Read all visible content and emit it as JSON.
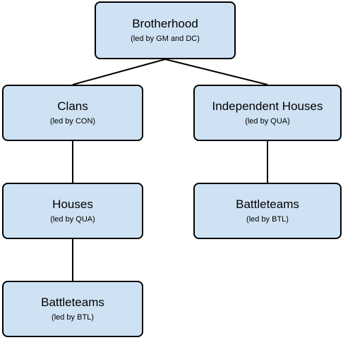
{
  "nodes": {
    "brotherhood": {
      "title": "Brotherhood",
      "subtitle": "(led by GM and DC)"
    },
    "clans": {
      "title": "Clans",
      "subtitle": "(led by CON)"
    },
    "independent_houses": {
      "title": "Independent Houses",
      "subtitle": "(led by QUA)"
    },
    "houses": {
      "title": "Houses",
      "subtitle": "(led by QUA)"
    },
    "battleteams_right": {
      "title": "Battleteams",
      "subtitle": "(led by BTL)"
    },
    "battleteams_left": {
      "title": "Battleteams",
      "subtitle": "(led by BTL)"
    }
  },
  "edges": [
    {
      "from": "brotherhood",
      "to": "clans"
    },
    {
      "from": "brotherhood",
      "to": "independent_houses"
    },
    {
      "from": "clans",
      "to": "houses"
    },
    {
      "from": "houses",
      "to": "battleteams_left"
    },
    {
      "from": "independent_houses",
      "to": "battleteams_right"
    }
  ],
  "colors": {
    "node_fill": "#cfe2f3",
    "node_border": "#000000",
    "connector": "#000000"
  }
}
